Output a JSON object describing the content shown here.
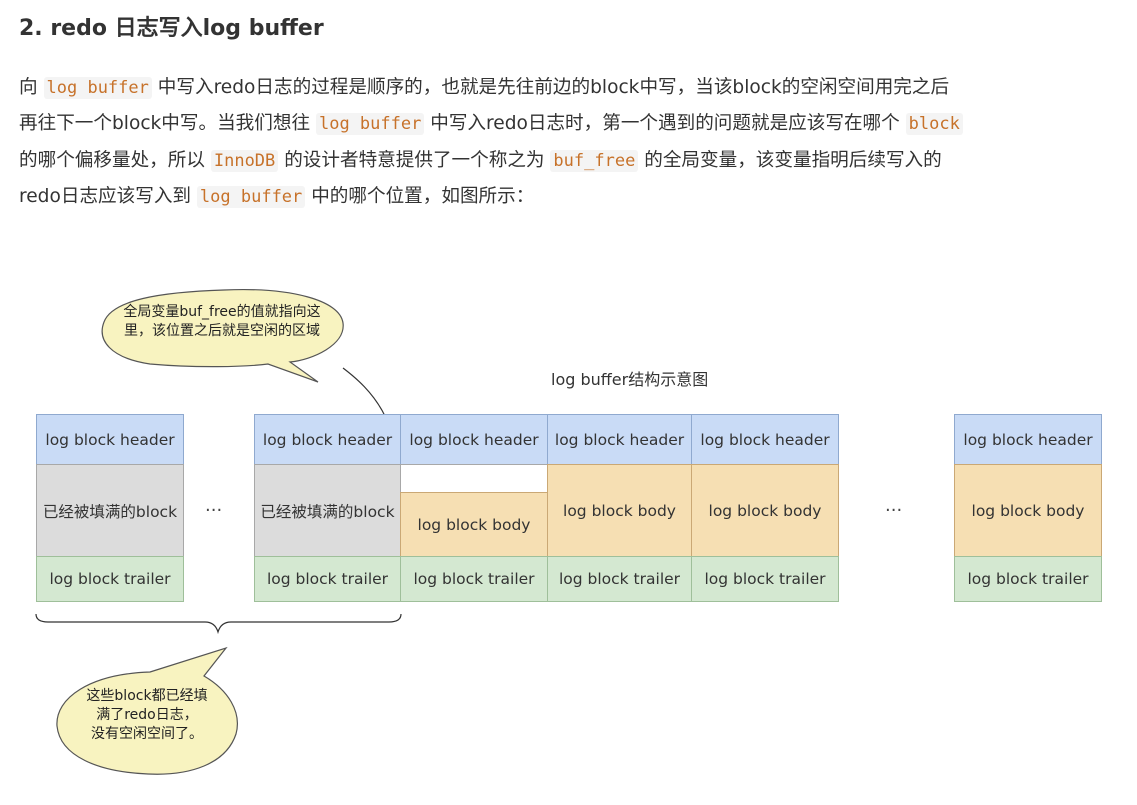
{
  "heading": {
    "num": "2. redo ",
    "cjk": "日志写入",
    "tail": "log buffer"
  },
  "paragraph": {
    "l1_a": "向 ",
    "l1_code1": "log buffer",
    "l1_b": " 中写入redo日志的过程是顺序的，也就是先往前边的block中写，当该block的空闲空间用完之后",
    "l2_a": "再往下一个block中写。当我们想往 ",
    "l2_code1": "log buffer",
    "l2_b": " 中写入redo日志时，第一个遇到的问题就是应该写在哪个 ",
    "l2_code2": "block",
    "l3_a": "的哪个偏移量处，所以 ",
    "l3_code1": "InnoDB",
    "l3_b": " 的设计者特意提供了一个称之为 ",
    "l3_code2": "buf_free",
    "l3_c": " 的全局变量，该变量指明后续写入的",
    "l4_a": "redo日志应该写入到 ",
    "l4_code1": "log buffer",
    "l4_b": " 中的哪个位置，如图所示："
  },
  "diagram": {
    "title": "log buffer结构示意图",
    "header_label": "log block header",
    "body_label": "log block body",
    "filled_label": "已经被填满的block",
    "trailer_label": "log block trailer",
    "dots": "···",
    "callout_top": {
      "line1": "全局变量buf_free的值就指向这",
      "line2": "里，该位置之后就是空闲的区域"
    },
    "callout_bottom": {
      "line1": "这些block都已经填",
      "line2": "满了redo日志，",
      "line3": "没有空闲空间了。"
    }
  },
  "colors": {
    "header": "#c9dbf6",
    "body_free": "#f6dfb3",
    "body_filled": "#dcdcdc",
    "trailer": "#d4e8d1",
    "callout": "#f8f3c0",
    "code_text": "#c7722a"
  }
}
